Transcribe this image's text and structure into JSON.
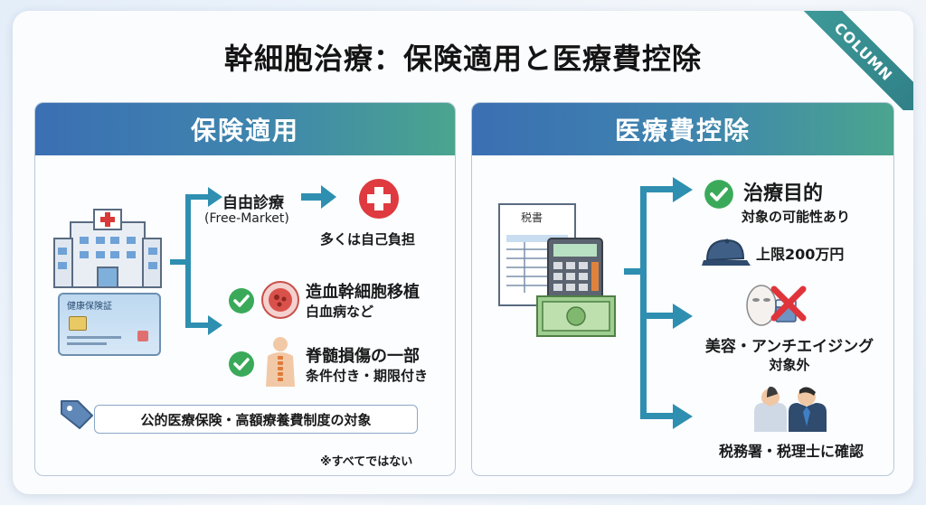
{
  "title": "幹細胞治療：保険適用と医療費控除",
  "ribbon": "COLUMN",
  "left_panel": {
    "heading": "保険適用",
    "card_label": "健康保険証",
    "free": {
      "label": "自由診療",
      "sub": "(Free-Market)",
      "note": "多くは自己負担"
    },
    "items": [
      {
        "title": "造血幹細胞移植",
        "sub": "白血病など"
      },
      {
        "title": "脊髄損傷の一部",
        "sub": "条件付き・期限付き"
      }
    ],
    "tag": "公的医療保険・高額療養費制度の対象",
    "footnote": "※すべてではない"
  },
  "right_panel": {
    "heading": "医療費控除",
    "doc_label": "税書",
    "items": [
      {
        "title": "治療目的",
        "sub": "対象の可能性あり"
      },
      {
        "title": "上限200万円"
      },
      {
        "title": "美容・アンチエイジング",
        "sub": "対象外"
      },
      {
        "title": "税務署・税理士に確認"
      }
    ]
  },
  "colors": {
    "arrow": "#2f8fb0",
    "check": "#3aaa5a",
    "cross": "#e0343b",
    "header_start": "#3b6fb3",
    "header_end": "#4aa58e"
  }
}
